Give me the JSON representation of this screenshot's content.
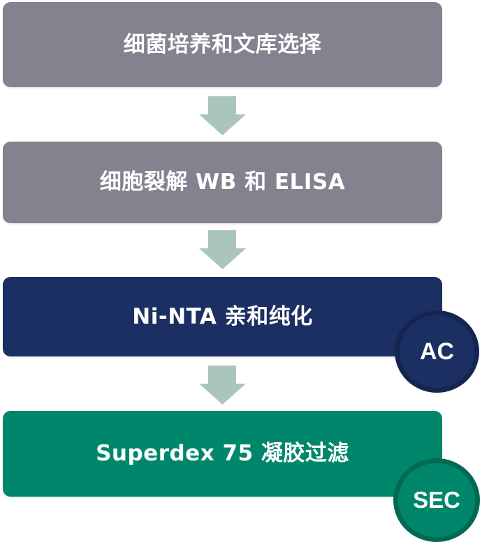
{
  "diagram": {
    "type": "vertical-flowchart",
    "colors": {
      "gray_step": "#84828f",
      "navy_step": "#1c2f62",
      "green_step": "#00876b",
      "arrow": "#aac6bc",
      "text": "#ffffff"
    },
    "steps": [
      {
        "label": "细菌培养和文库选择",
        "color": "#84828f"
      },
      {
        "label": "细胞裂解 WB 和 ELISA",
        "color": "#84828f"
      },
      {
        "label": "Ni-NTA 亲和纯化",
        "color": "#1c2f62",
        "badge": "AC"
      },
      {
        "label": "Superdex 75 凝胶过滤",
        "color": "#00876b",
        "badge": "SEC"
      }
    ],
    "arrows": [
      {
        "from": 1,
        "to": 2,
        "icon": "down-arrow-icon"
      },
      {
        "from": 2,
        "to": 3,
        "icon": "down-arrow-icon"
      },
      {
        "from": 3,
        "to": 4,
        "icon": "down-arrow-icon"
      }
    ]
  }
}
